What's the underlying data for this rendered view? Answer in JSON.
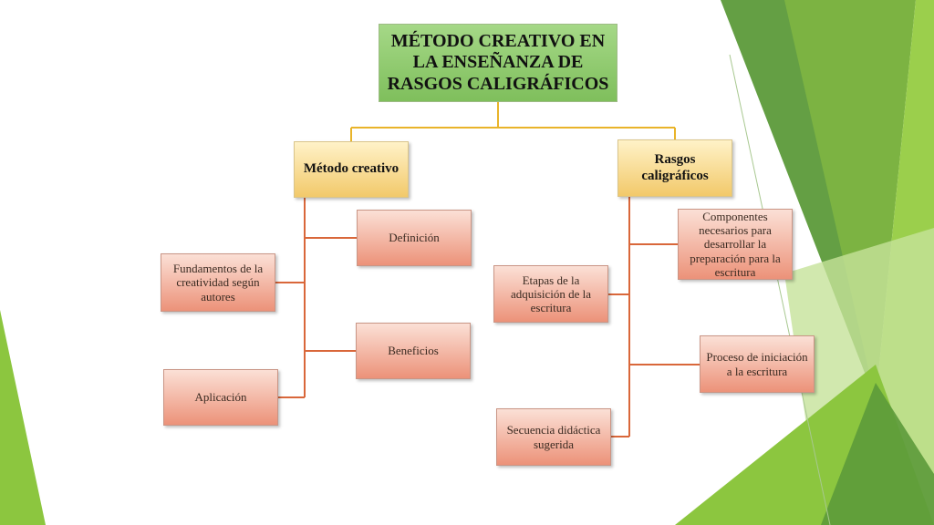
{
  "diagram": {
    "root": "MÉTODO CREATIVO EN LA ENSEÑANZA DE RASGOS CALIGRÁFICOS",
    "left_branch": {
      "label": "Método creativo",
      "children": [
        "Definición",
        "Fundamentos de la creatividad según autores",
        "Beneficios",
        "Aplicación"
      ]
    },
    "right_branch": {
      "label": "Rasgos caligráficos",
      "children": [
        "Componentes necesarios para desarrollar la preparación para la escritura",
        "Etapas de la adquisición de la escritura",
        "Proceso de iniciación a la escritura",
        "Secuencia didáctica sugerida"
      ]
    }
  },
  "colors": {
    "root_fill": "#8cc66a",
    "level1_fill": "#f5d37e",
    "leaf_fill": "#ef9a80",
    "connector_gold": "#e9b42a",
    "connector_orange": "#d9673a",
    "decor_green": "#8cc63f"
  }
}
